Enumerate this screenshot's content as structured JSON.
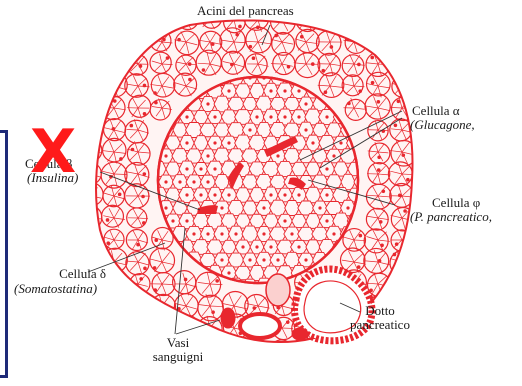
{
  "title": "Acini del pancreas",
  "labels": {
    "alpha_name": "Cellula α",
    "alpha_hormone": "(Glucagone,",
    "beta_name": "Cellula β",
    "beta_hormone": "(Insulina)",
    "phi_name": "Cellula φ",
    "phi_hormone": "(P. pancreatico,",
    "delta_name": "Cellula δ",
    "delta_hormone": "(Somatostatina)",
    "vessels_line1": "Vasi",
    "vessels_line2": "sanguigni",
    "duct_line1": "Dotto",
    "duct_line2": "pancreatico"
  },
  "overlay_mark": "X",
  "colors": {
    "tissue": "#e8272e",
    "tissue_light": "#f7b8b6",
    "mark": "#ff1a1a",
    "frame": "#1e2a78"
  }
}
